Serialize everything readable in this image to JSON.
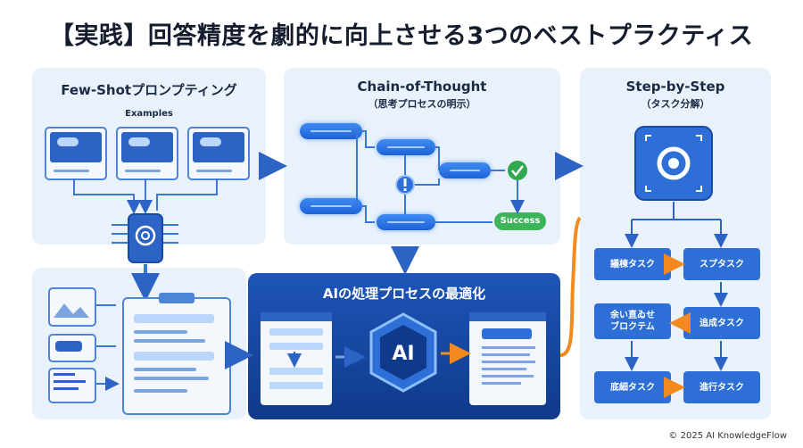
{
  "header": {
    "title": "【実践】回答精度を劇的に向上させる3つのベストプラクティス"
  },
  "few_shot": {
    "title": "Few-Shotプロンプティング",
    "examples_label": "Examples"
  },
  "cot": {
    "title": "Chain-of-Thought",
    "subtitle": "（思考プロセスの明示）",
    "success_label": "Success"
  },
  "step": {
    "title": "Step-by-Step",
    "subtitle": "（タスク分解）",
    "tasks": [
      "議棟タスク",
      "スプタスク",
      "余い直ゐせ\nブロクテム",
      "追成タスク",
      "底細タスク",
      "進行タスク"
    ]
  },
  "ai_process": {
    "title": "AIの処理プロセスの最適化",
    "badge": "AI"
  },
  "footer": {
    "copyright": "© 2025 AI KnowledgeFlow"
  },
  "colors": {
    "panel_bg": "#e9f2fb",
    "primary_blue": "#2d6fd6",
    "dark_navy": "#0f3a8a",
    "accent_orange": "#f28a1e",
    "success_green": "#2fa84f"
  },
  "icons": [
    "chat-bubble-icon",
    "ai-chip-icon",
    "image-icon",
    "code-icon",
    "clipboard-icon",
    "gear-icon",
    "check-icon",
    "warning-icon",
    "ai-hexagon-icon"
  ]
}
